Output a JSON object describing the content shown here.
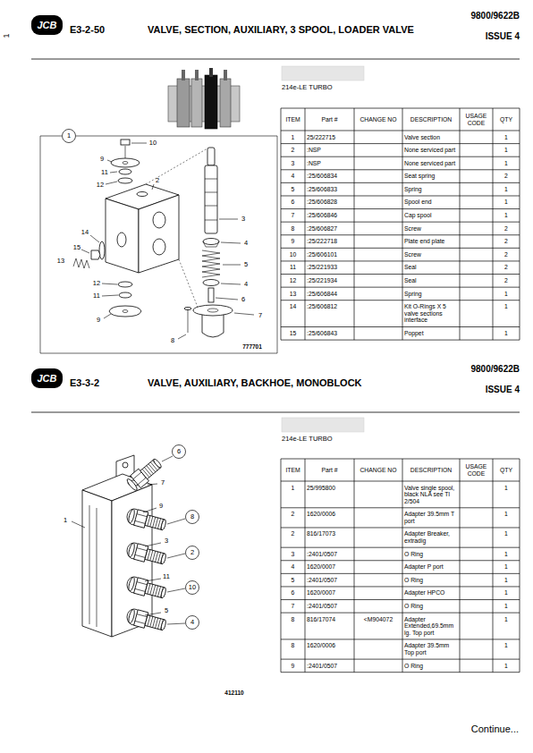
{
  "diagram": {
    "labels": [
      "1",
      "JCB",
      "E3-2-50",
      "VALVE, SECTION, AUXILIARY, 3 SPOOL, LOADER VALVE",
      "9800/9622B",
      "ISSUE 4",
      "214e-LE TURBO",
      "ITEM",
      "Part #",
      "CHANGE NO",
      "DESCRIPTION",
      "USAGE CODE",
      "QTY",
      "1",
      "25/222715",
      "Valve section",
      "1",
      "2",
      ":NSP",
      "None serviced part",
      "1",
      "3",
      ":NSP",
      "None serviced part",
      "1",
      "4",
      ":25/606834",
      "Seat spring",
      "2",
      "5",
      ":25/606833",
      "Spring",
      "1",
      "6",
      ":25/606828",
      "Spool end",
      "1",
      "7",
      ":25/606846",
      "Cap spool",
      "1",
      "8",
      ":25/606827",
      "Screw",
      "2",
      "9",
      ":25/222718",
      "Plate end plate",
      "2",
      "10",
      ":25/606101",
      "Screw",
      "2",
      "11",
      ":25/221933",
      "Seal",
      "2",
      "12",
      ":25/221934",
      "Seal",
      "2",
      "13",
      ":25/606844",
      "Spring",
      "1",
      "14",
      ":25/606812",
      "Kit O-Rings X 5 valve sections interface",
      "1",
      "15",
      ":25/606843",
      "Poppet",
      "1",
      "1",
      "10",
      "9",
      "11",
      "12",
      "2",
      "3",
      "4",
      "5",
      "4",
      "6",
      "7",
      "8",
      "14",
      "15",
      "13",
      "12",
      "11",
      "9",
      "777701",
      "JCB",
      "E3-3-2",
      "VALVE, AUXILIARY, BACKHOE, MONOBLOCK",
      "9800/9622B",
      "ISSUE 4",
      "214e-LE TURBO",
      "ITEM",
      "Part #",
      "CHANGE NO",
      "DESCRIPTION",
      "USAGE CODE",
      "QTY",
      "1",
      "25/995800",
      "Valve single spool, black NLA see TI 2/504",
      "1",
      "2",
      "1620/0006",
      "Adapter 39.5mm T port",
      "1",
      "2",
      "816/17073",
      "Adapter Breaker, extradig",
      "1",
      "3",
      ":2401/0507",
      "O Ring",
      "1",
      "4",
      "1620/0007",
      "Adapter P port",
      "1",
      "5",
      ":2401/0507",
      "O Ring",
      "1",
      "6",
      "1620/0007",
      "Adapter HPCO",
      "1",
      "7",
      ":2401/0507",
      "O Ring",
      "1",
      "8",
      "816/17074",
      "<M904072",
      "Adapter Extended,69.5mm lg. Top port",
      "1",
      "8",
      "1620/0006",
      "Adapter 39.5mm Top port",
      "1",
      "9",
      ":2401/0507",
      "O Ring",
      "1",
      "1",
      "6",
      "7",
      "8",
      "9",
      "3",
      "2",
      "11",
      "10",
      "5",
      "4",
      "412110",
      "Continue..."
    ]
  }
}
